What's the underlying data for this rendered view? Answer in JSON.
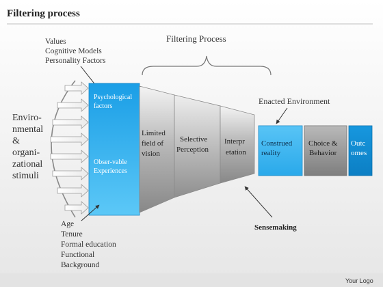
{
  "title": "Filtering process",
  "left_labels": {
    "top_list": [
      "Values",
      "Cognitive Models",
      "Personality Factors"
    ],
    "stimuli": [
      "Enviro-",
      "nmental",
      "&",
      "organi-",
      "zational",
      "stimuli"
    ],
    "bottom_list": [
      "Age",
      "Tenure",
      "Formal education",
      "Functional",
      "Background"
    ]
  },
  "filter_box": {
    "top": [
      "Psychological",
      "factors"
    ],
    "bottom": [
      "Obser-vable",
      "Experiences"
    ]
  },
  "funnel": {
    "brace_label": "Filtering Process",
    "sections": [
      [
        "Limited",
        "field of",
        "vision"
      ],
      [
        "Selective",
        "Perception"
      ],
      [
        "Interpr",
        "etation"
      ]
    ]
  },
  "environment": {
    "label": "Enacted Environment",
    "boxes": [
      [
        "Construed",
        "reality"
      ],
      [
        "Choice &",
        "Behavior"
      ],
      [
        "Outc",
        "omes"
      ]
    ]
  },
  "sensemaking_label": "Sensemaking",
  "footer_logo": "Your Logo",
  "colors": {
    "accent_blue": "#1f9fe0",
    "accent_light": "#5fc3f5",
    "gray": "#9a9a9a",
    "text": "#333333"
  }
}
